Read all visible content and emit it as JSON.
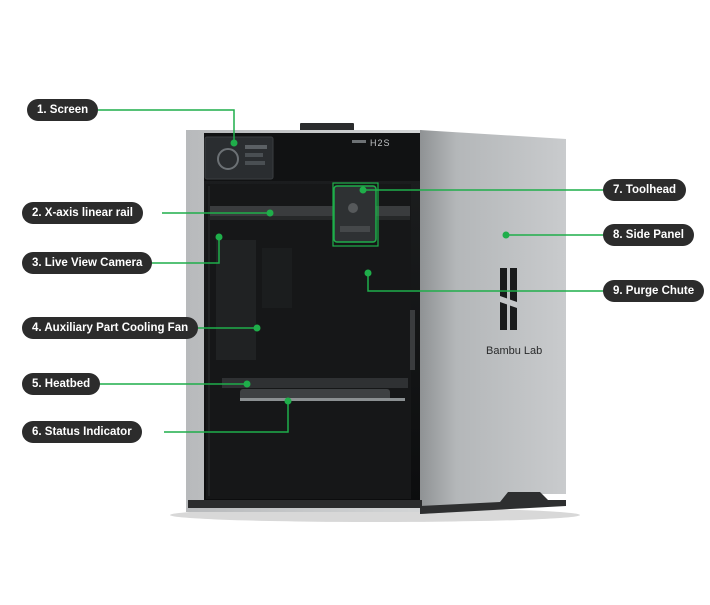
{
  "diagram": {
    "brand_text": "Bambu Lab",
    "model_badge": "H2S",
    "callout_color": "#1fae4a",
    "label_color": "#2c2c2c",
    "callouts": [
      {
        "id": "screen",
        "label": "1. Screen"
      },
      {
        "id": "x-axis-linear-rail",
        "label": "2. X-axis linear rail"
      },
      {
        "id": "live-view-camera",
        "label": "3. Live View Camera"
      },
      {
        "id": "auxiliary-part-cooling-fan",
        "label": "4. Auxiliary Part Cooling Fan"
      },
      {
        "id": "heatbed",
        "label": "5. Heatbed"
      },
      {
        "id": "status-indicator",
        "label": "6. Status Indicator"
      },
      {
        "id": "toolhead",
        "label": "7. Toolhead"
      },
      {
        "id": "side-panel",
        "label": "8. Side Panel"
      },
      {
        "id": "purge-chute",
        "label": "9. Purge Chute"
      }
    ]
  }
}
